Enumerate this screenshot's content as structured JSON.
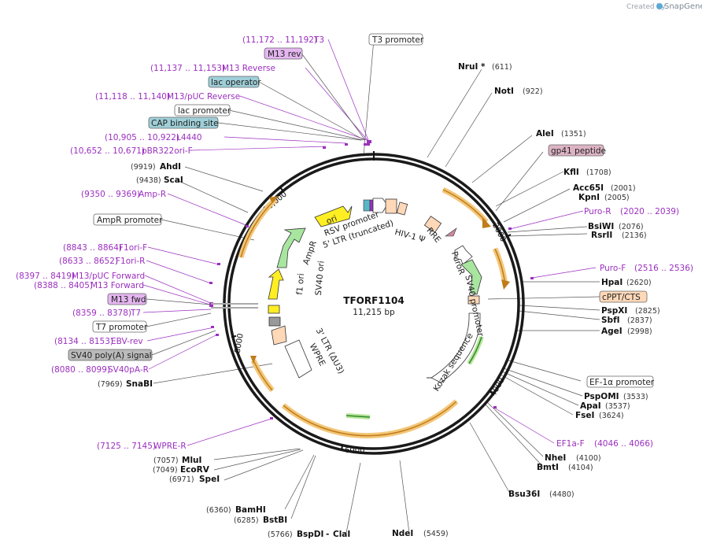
{
  "branding": {
    "created_by": "Created by",
    "app_name": "SnapGene"
  },
  "plasmid": {
    "name": "TFORF1104",
    "size_label": "11,215 bp"
  },
  "ruler_ticks": [
    "2000",
    "4000",
    "6000",
    "8000",
    "10,000"
  ],
  "sites_right": [
    {
      "name": "NruI *",
      "pos": "(611)"
    },
    {
      "name": "NotI",
      "pos": "(922)"
    },
    {
      "name": "AleI",
      "pos": "(1351)"
    },
    {
      "name": "KflI",
      "pos": "(1708)"
    },
    {
      "name": "Acc65I",
      "pos": "(2001)"
    },
    {
      "name": "KpnI",
      "pos": "(2005)"
    },
    {
      "name": "BsiWI",
      "pos": "(2076)"
    },
    {
      "name": "RsrII",
      "pos": "(2136)"
    },
    {
      "name": "HpaI",
      "pos": "(2620)"
    },
    {
      "name": "PspXI",
      "pos": "(2825)"
    },
    {
      "name": "SbfI",
      "pos": "(2837)"
    },
    {
      "name": "AgeI",
      "pos": "(2998)"
    },
    {
      "name": "PspOMI",
      "pos": "(3533)"
    },
    {
      "name": "ApaI",
      "pos": "(3537)"
    },
    {
      "name": "FseI",
      "pos": "(3624)"
    },
    {
      "name": "NheI",
      "pos": "(4100)"
    },
    {
      "name": "BmtI",
      "pos": "(4104)"
    },
    {
      "name": "Bsu36I",
      "pos": "(4480)"
    },
    {
      "name": "NdeI",
      "pos": "(5459)"
    }
  ],
  "sites_left": [
    {
      "name": "AhdI",
      "pos": "(9919)"
    },
    {
      "name": "ScaI",
      "pos": "(9438)"
    },
    {
      "name": "SnaBI",
      "pos": "(7969)"
    },
    {
      "name": "MluI",
      "pos": "(7057)"
    },
    {
      "name": "EcoRV",
      "pos": "(7049)"
    },
    {
      "name": "SpeI",
      "pos": "(6971)"
    },
    {
      "name": "BamHI",
      "pos": "(6360)"
    },
    {
      "name": "BstBI",
      "pos": "(6285)"
    },
    {
      "name": "BspDI",
      "pos": "(5766)"
    },
    {
      "name": "ClaI",
      "pos": ""
    }
  ],
  "primers_right": [
    {
      "name": "Puro-R",
      "pos": "(2020 .. 2039)"
    },
    {
      "name": "Puro-F",
      "pos": "(2516 .. 2536)"
    },
    {
      "name": "EF1a-F",
      "pos": "(4046 .. 4066)"
    }
  ],
  "primers_left": [
    {
      "name": "T3",
      "pos": "(11,172 .. 11,192)"
    },
    {
      "name": "M13 Reverse",
      "pos": "(11,137 .. 11,153)"
    },
    {
      "name": "M13/pUC Reverse",
      "pos": "(11,118 .. 11,140)"
    },
    {
      "name": "L4440",
      "pos": "(10,905 .. 10,922)"
    },
    {
      "name": "pBR322ori-F",
      "pos": "(10,652 .. 10,671)"
    },
    {
      "name": "Amp-R",
      "pos": "(9350 .. 9369)"
    },
    {
      "name": "F1ori-F",
      "pos": "(8843 .. 8864)"
    },
    {
      "name": "F1ori-R",
      "pos": "(8633 .. 8652)"
    },
    {
      "name": "M13/pUC Forward",
      "pos": "(8397 .. 8419)"
    },
    {
      "name": "M13 Forward",
      "pos": "(8388 .. 8405)"
    },
    {
      "name": "T7",
      "pos": "(8359 .. 8378)"
    },
    {
      "name": "EBV-rev",
      "pos": "(8134 .. 8153)"
    },
    {
      "name": "SV40pA-R",
      "pos": "(8080 .. 8099)"
    },
    {
      "name": "WPRE-R",
      "pos": "(7125 .. 7145)"
    }
  ],
  "boxed_labels": {
    "t3_promoter": "T3 promoter",
    "m13_rev": "M13 rev",
    "lac_operator": "lac operator",
    "lac_promoter": "lac promoter",
    "cap_site": "CAP binding site",
    "ampr_promoter": "AmpR promoter",
    "m13_fwd": "M13 fwd",
    "t7_promoter": "T7 promoter",
    "sv40_polya": "SV40 poly(A) signal",
    "gp41": "gp41 peptide",
    "cppt": "cPPT/CTS",
    "ef1a_promoter": "EF-1α promoter"
  },
  "inner_features": {
    "ori": "ori",
    "ampr": "AmpR",
    "f1_ori": "f1 ori",
    "sv40_ori": "SV40 ori",
    "rsv_promoter": "RSV promoter",
    "ltr5": "5' LTR (truncated)",
    "hiv1_psi": "HIV-1 Ψ",
    "rre": "RRE",
    "puror": "PuroR",
    "sv40_promoter": "SV40 promoter",
    "kozak": "Kozak sequence",
    "ltr3": "3' LTR (ΔU3)",
    "wpre": "WPRE"
  }
}
